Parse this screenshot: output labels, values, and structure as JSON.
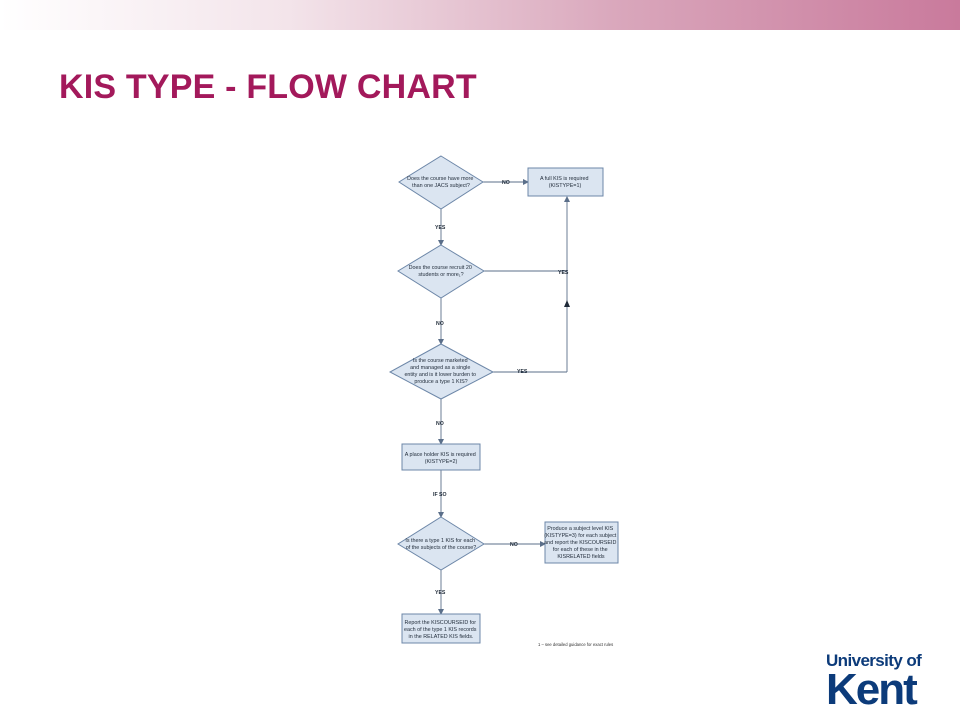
{
  "slide": {
    "title": "KIS TYPE - FLOW CHART"
  },
  "flowchart": {
    "nodes": {
      "q_jacs": [
        "Does the course have more",
        "than one JACS subject?"
      ],
      "full_kis": [
        "A full KIS is required",
        "(KISTYPE=1)"
      ],
      "q_recruit": [
        "Does the course recruit 20",
        "students or more₁?"
      ],
      "q_marketed": [
        "Is the course marketed",
        "and managed as a single",
        "entity and is it lower burden to",
        "produce a type 1 KIS?"
      ],
      "placeholder_kis": [
        "A place holder KIS is required",
        "(KISTYPE=2)"
      ],
      "q_type1": [
        "Is there a type 1 KIS for each",
        "of the subjects of the course?"
      ],
      "subject_kis": [
        "Produce a subject level KIS",
        "(KISTYPE=3) for each subject",
        "and report the KISCOURSEID",
        "for each of these in the",
        "KISRELATED fields"
      ],
      "report": [
        "Report the KISCOURSEID for",
        "each of the type 1 KIS records",
        "in the RELATED KIS fields."
      ]
    },
    "edge_labels": {
      "jacs_no": "NO",
      "jacs_yes": "YES",
      "recruit_yes": "YES",
      "recruit_no": "NO",
      "marketed_yes": "YES",
      "marketed_no": "NO",
      "ifso": "IF SO",
      "type1_no": "NO",
      "type1_yes": "YES"
    },
    "footnote": "1 – see detailed guidance for exact rules"
  },
  "logo": {
    "line1": "University of",
    "line2": "Kent"
  }
}
